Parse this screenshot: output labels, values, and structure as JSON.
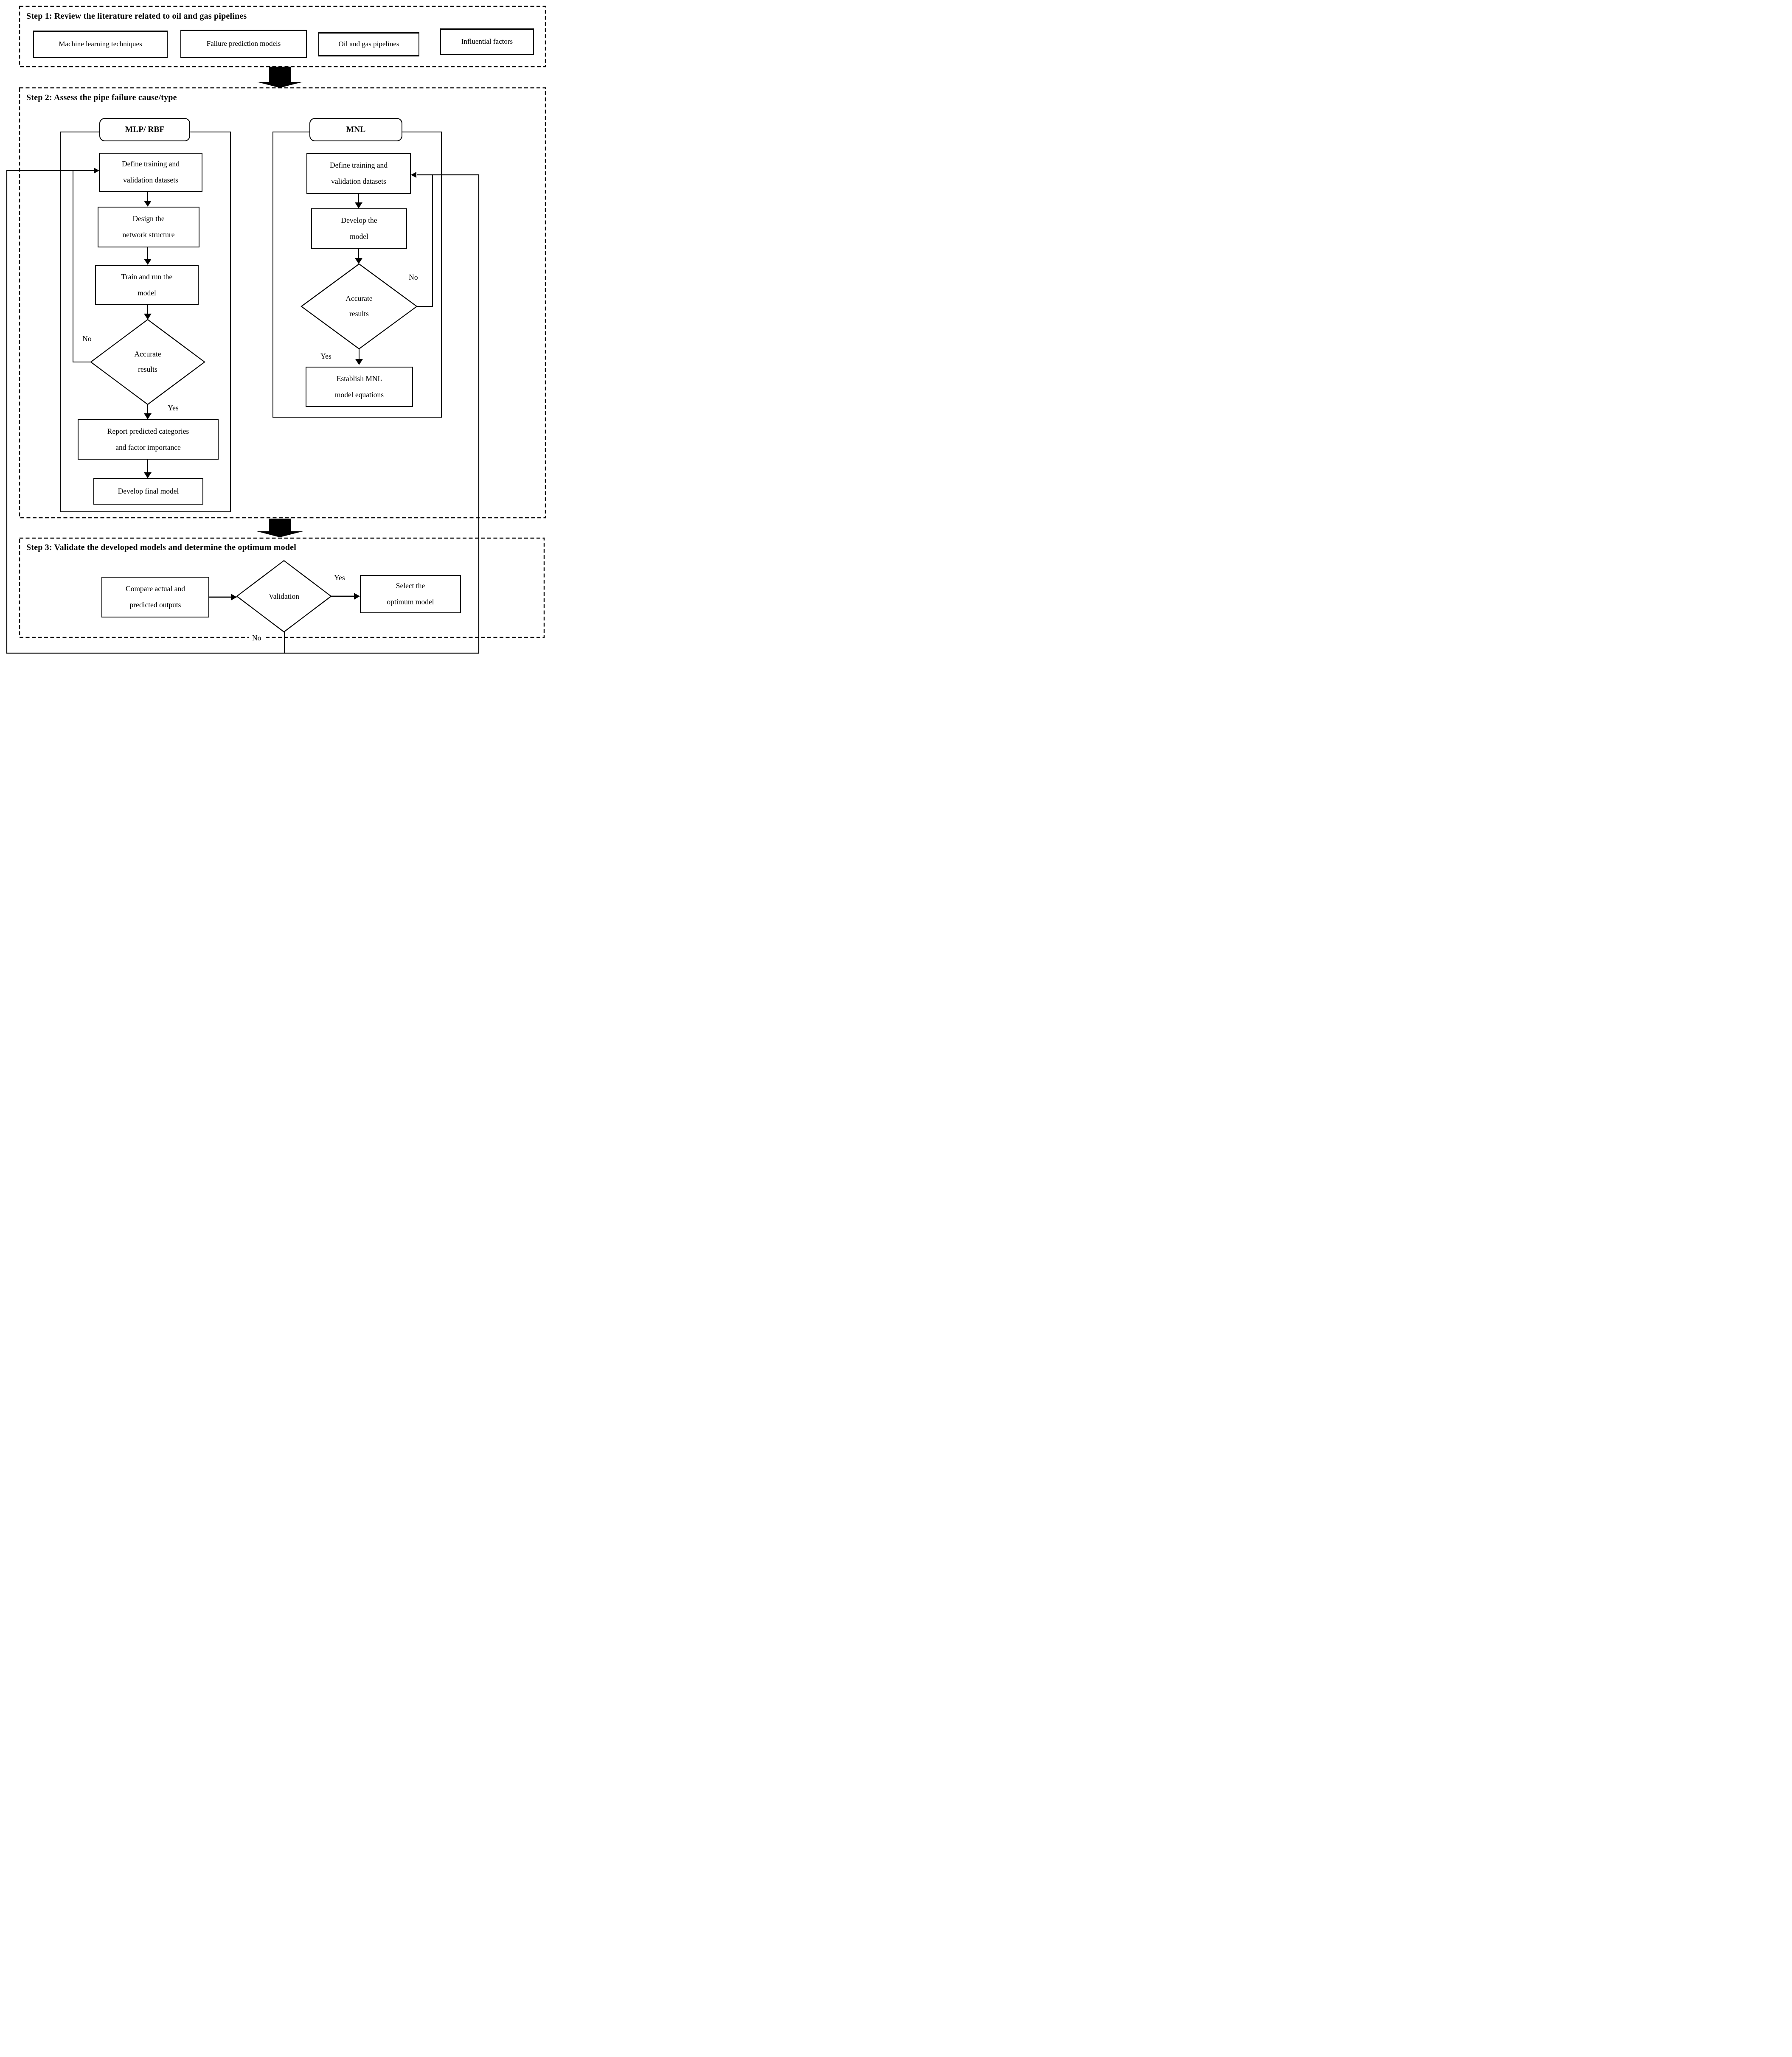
{
  "colors": {
    "ink": "#000000",
    "background": "#ffffff"
  },
  "step1": {
    "title": "Step 1: Review the literature related to oil and gas pipelines",
    "boxes": [
      {
        "label": "Machine learning techniques"
      },
      {
        "label": "Failure prediction models"
      },
      {
        "label": "Oil and gas pipelines"
      },
      {
        "label": "Influential factors"
      }
    ]
  },
  "step2": {
    "title": "Step 2: Assess the pipe failure cause/type",
    "mlp": {
      "header": "MLP/ RBF",
      "define": "Define training and\nvalidation datasets",
      "design": "Design the\nnetwork structure",
      "train": "Train and run the\nmodel",
      "decision": "Accurate\nresults",
      "no_label": "No",
      "yes_label": "Yes",
      "report": "Report predicted categories\nand factor importance",
      "final": "Develop final model"
    },
    "mnl": {
      "header": "MNL",
      "define": "Define training and\nvalidation datasets",
      "develop": "Develop the\nmodel",
      "decision": "Accurate\nresults",
      "no_label": "No",
      "yes_label": "Yes",
      "establish": "Establish MNL\nmodel equations"
    }
  },
  "step3": {
    "title": "Step 3: Validate the developed models and determine the optimum model",
    "compare": "Compare actual and\npredicted outputs",
    "decision": "Validation",
    "yes_label": "Yes",
    "no_label": "No",
    "select": "Select the\noptimum model"
  }
}
